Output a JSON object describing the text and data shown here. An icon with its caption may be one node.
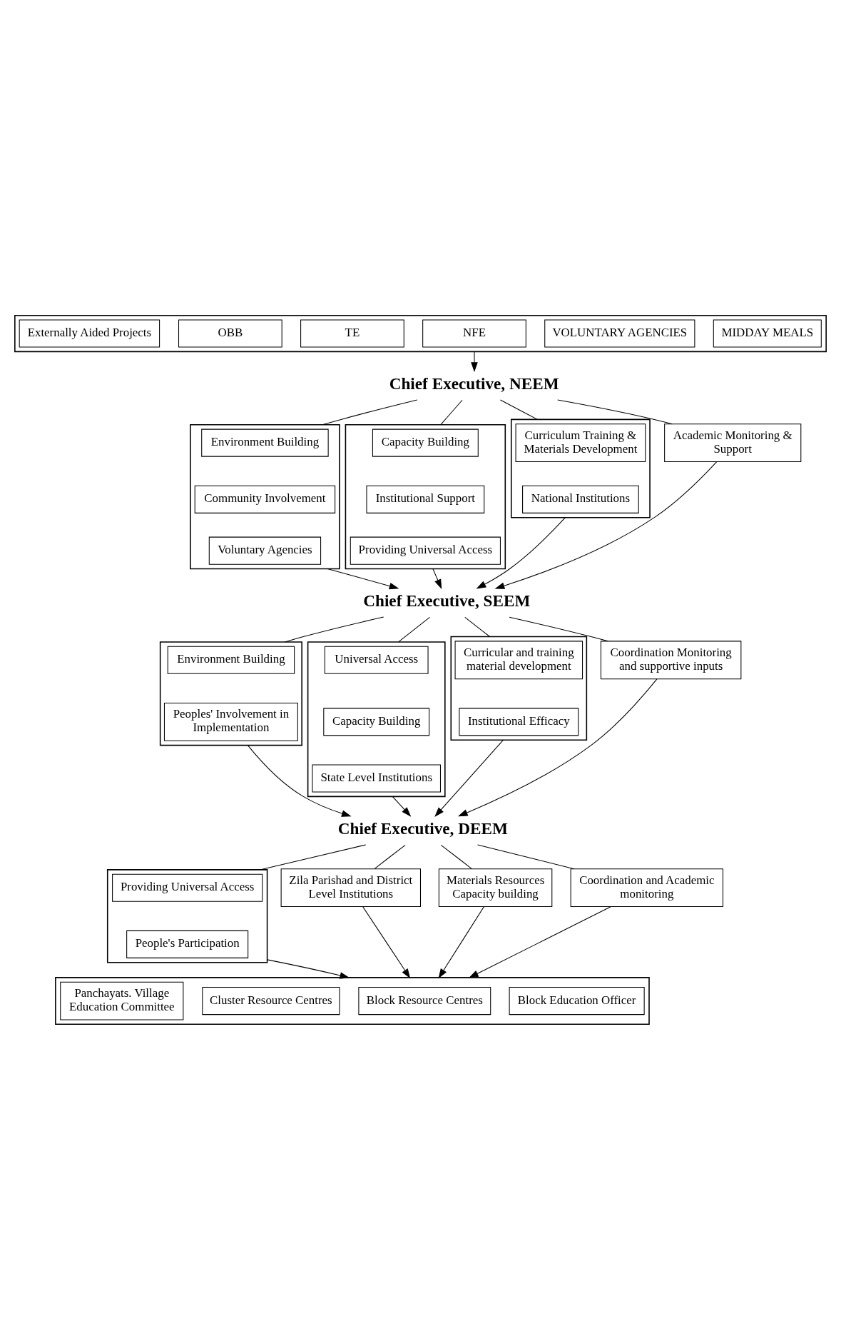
{
  "diagram": {
    "nodes": [
      {
        "text": [],
        "shape": "box"
      },
      {
        "text": [
          "Externally Aided Projects"
        ],
        "in": 0
      },
      {
        "text": [
          "OBB"
        ],
        "in": 0
      },
      {
        "text": [
          "TE"
        ],
        "in": 0
      },
      {
        "text": [
          "NFE"
        ],
        "in": 0
      },
      {
        "text": [
          "VOLUNTARY AGENCIES"
        ],
        "in": 0
      },
      {
        "text": [
          "MIDDAY MEALS"
        ],
        "in": 0
      },
      {
        "text": [
          "Chief Executive, NEEM"
        ]
      },
      {
        "text": [],
        "shape": "box"
      },
      {
        "text": [
          "Environment Building"
        ],
        "in": 8
      },
      {
        "text": [
          "Community Involvement"
        ],
        "in": 8
      },
      {
        "text": [
          "Voluntary Agencies"
        ],
        "in": 8
      },
      {
        "text": [],
        "shape": "box"
      },
      {
        "text": [
          "Capacity Building"
        ],
        "in": 12
      },
      {
        "text": [
          "Institutional Support"
        ],
        "in": 12
      },
      {
        "text": [
          "Providing Universal Access"
        ],
        "in": 12
      },
      {
        "text": [],
        "shape": "box"
      },
      {
        "text": [
          "Curriculum Training & Materials Development"
        ],
        "in": 16
      },
      {
        "text": [
          "National Institutions"
        ],
        "in": 16
      },
      {
        "text": [
          "Academic Monitoring & Support"
        ]
      },
      {
        "text": [
          "Chief Executive, SEEM"
        ]
      },
      {
        "text": [],
        "shape": "box"
      },
      {
        "text": [
          "Environment Building"
        ],
        "in": 21
      },
      {
        "text": [
          "Peoples' Involvement in Implementation"
        ],
        "in": 21
      },
      {
        "text": [],
        "shape": "box"
      },
      {
        "text": [
          "Universal Access"
        ],
        "in": 24
      },
      {
        "text": [
          "Capacity Building"
        ],
        "in": 24
      },
      {
        "text": [
          "State Level Institutions"
        ],
        "in": 24
      },
      {
        "text": [],
        "shape": "box"
      },
      {
        "text": [
          "Curricular and training material development"
        ],
        "in": 28
      },
      {
        "text": [
          "Institutional Efficacy"
        ],
        "in": 28
      },
      {
        "text": [
          "Coordination Monitoring and supportive inputs"
        ]
      },
      {
        "text": [
          "Chief Executive, DEEM"
        ]
      },
      {
        "text": [
          "Zila Parishad and District Level Institutions"
        ]
      },
      {
        "text": [],
        "shape": "box"
      },
      {
        "text": [
          "Providing Universal Access"
        ],
        "in": 34
      },
      {
        "text": [
          "People's Participation"
        ],
        "in": 34
      },
      {
        "text": [
          "Materials Resources Capacity building"
        ]
      },
      {
        "text": [
          "Coordination and Academic monitoring"
        ]
      },
      {
        "text": [],
        "shape": "box"
      },
      {
        "text": [
          "Panchayats. Village Education Committee"
        ],
        "in": 39
      },
      {
        "text": [
          "Cluster Resource Centres"
        ],
        "in": 39
      },
      {
        "text": [
          "Block Resource Centres"
        ],
        "in": 39
      },
      {
        "text": [
          "Block Education Officer"
        ],
        "in": 39
      }
    ],
    "edges": [
      {
        "from": 0,
        "to": 7,
        "arrow": "to"
      },
      {
        "from": 7,
        "to": 8,
        "arrow": "none"
      },
      {
        "from": 7,
        "to": 12,
        "arrow": "none"
      },
      {
        "from": 7,
        "to": 16,
        "arrow": "none"
      },
      {
        "from": 7,
        "to": 19,
        "arrow": "none"
      },
      {
        "from": 8,
        "to": 20,
        "arrow": "to"
      },
      {
        "from": 12,
        "to": 20,
        "arrow": "to"
      },
      {
        "from": 16,
        "to": 20,
        "arrow": "to"
      },
      {
        "from": 19,
        "to": 20,
        "arrow": "to"
      },
      {
        "from": 20,
        "to": 21,
        "arrow": "none"
      },
      {
        "from": 20,
        "to": 24,
        "arrow": "none"
      },
      {
        "from": 20,
        "to": 28,
        "arrow": "none"
      },
      {
        "from": 20,
        "to": 31,
        "arrow": "none"
      },
      {
        "from": 21,
        "to": 32,
        "arrow": "to"
      },
      {
        "from": 24,
        "to": 32,
        "arrow": "to"
      },
      {
        "from": 28,
        "to": 32,
        "arrow": "to"
      },
      {
        "from": 31,
        "to": 32,
        "arrow": "to"
      },
      {
        "from": 32,
        "to": 33,
        "arrow": "none"
      },
      {
        "from": 32,
        "to": 34,
        "arrow": "none"
      },
      {
        "from": 32,
        "to": 37,
        "arrow": "none"
      },
      {
        "from": 32,
        "to": 38,
        "arrow": "none"
      },
      {
        "from": 33,
        "to": 39,
        "arrow": "to"
      },
      {
        "from": 34,
        "to": 39,
        "arrow": "to"
      },
      {
        "from": 37,
        "to": 39,
        "arrow": "to"
      },
      {
        "from": 38,
        "to": 39,
        "arrow": "to"
      }
    ]
  }
}
